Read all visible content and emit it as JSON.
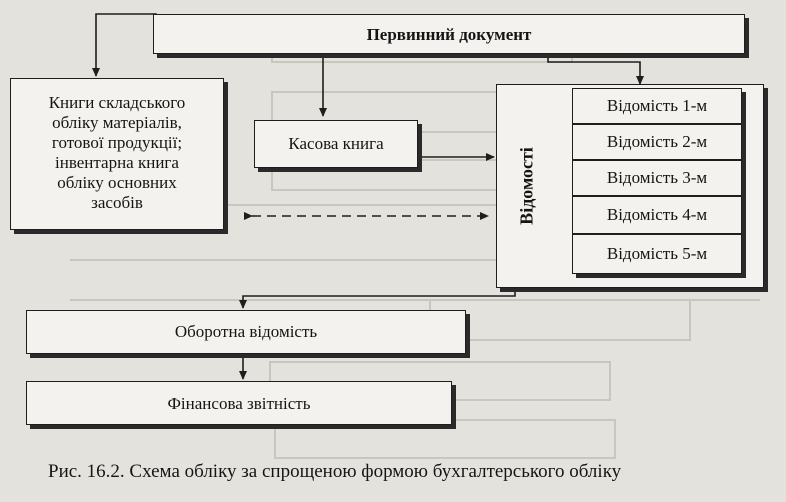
{
  "diagram": {
    "primary_document": "Первинний документ",
    "warehouse_books": "Книги складського\nобліку матеріалів,\nготової продукції;\nінвентарна книга\nобліку основних\nзасобів",
    "cash_book": "Касова книга",
    "statements_group_label": "Відомості",
    "statements": [
      "Відомість 1-м",
      "Відомість 2-м",
      "Відомість 3-м",
      "Відомість 4-м",
      "Відомість 5-м"
    ],
    "turnover_statement": "Оборотна відомість",
    "financial_reporting": "Фінансова звітність"
  },
  "caption": "Рис. 16.2. Схема обліку за спрощеною формою бухгалтерського обліку",
  "colors": {
    "ink": "#1e1e1e",
    "paper": "#e4e2dd",
    "box": "#f3f2ee",
    "bleed": "#c9c6bf"
  }
}
